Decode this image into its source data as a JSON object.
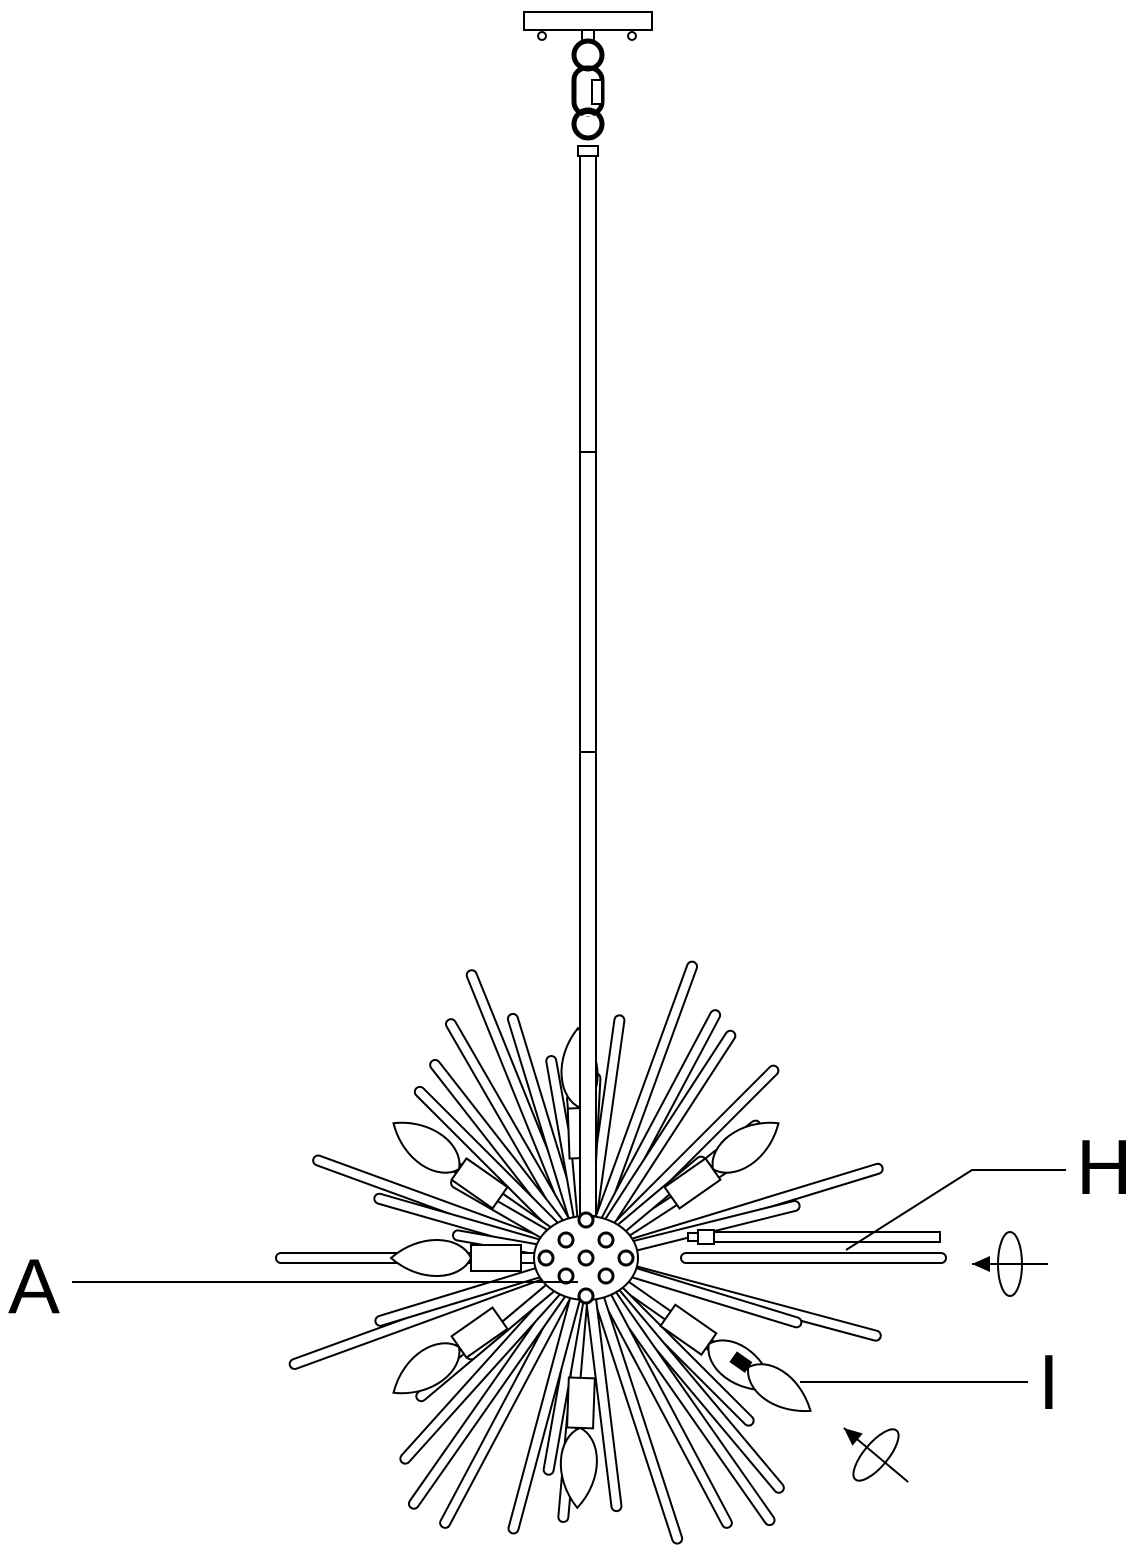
{
  "callouts": {
    "a": "A",
    "h": "H",
    "i": "I"
  },
  "colors": {
    "line": "#000000",
    "fill": "#ffffff"
  },
  "icons": {
    "rotate_h": "rotate-arrow-icon",
    "rotate_i": "rotate-arrow-icon"
  }
}
